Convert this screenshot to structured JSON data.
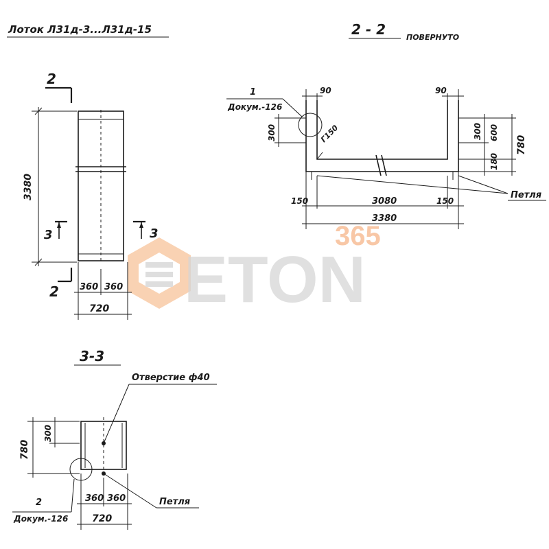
{
  "title": "Лоток Л31д-3...Л31д-15",
  "plan": {
    "section_mark": "2",
    "section_mark_bottom": "2",
    "cut_mark_left": "3",
    "cut_mark_right": "3",
    "length": "3380",
    "half_width_left": "360",
    "half_width_right": "360",
    "width": "720"
  },
  "section_2_2": {
    "label": "2 - 2",
    "note": "ПОВЕРНУТО",
    "callout_number": "1",
    "callout_doc": "Докум.-126",
    "dim_top_left": "90",
    "dim_top_right": "90",
    "dim_left_300": "300",
    "dim_slope": "Г150",
    "dim_right_300": "300",
    "dim_right_600": "600",
    "dim_right_180": "180",
    "dim_right_780": "780",
    "dim_bottom_150_left": "150",
    "dim_bottom_3080": "3080",
    "dim_bottom_150_right": "150",
    "dim_bottom_3380": "3380",
    "loop_label": "Петля"
  },
  "section_3_3": {
    "label": "3-3",
    "hole_label": "Отверстие ф40",
    "dim_780": "780",
    "dim_300": "300",
    "callout_number": "2",
    "callout_doc": "Докум.-126",
    "half_width_left": "360",
    "half_width_right": "360",
    "width": "720",
    "loop_label": "Петля"
  },
  "watermark": {
    "top": "365",
    "brand": "ETON",
    "accent_color": "#f4a36b",
    "gray_color": "#cfcfcf"
  }
}
